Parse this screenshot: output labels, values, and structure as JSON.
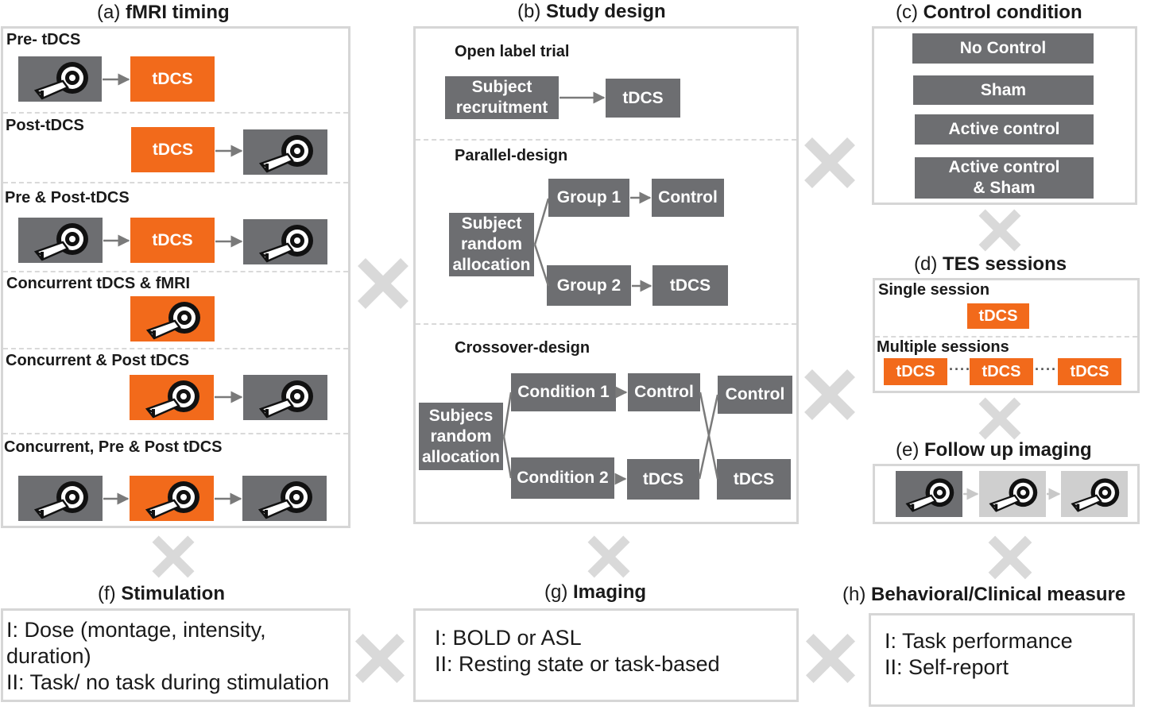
{
  "panels": {
    "a": {
      "letter": "(a)",
      "title": "fMRI timing",
      "rows": [
        "Pre- tDCS",
        "Post-tDCS",
        "Pre & Post-tDCS",
        "Concurrent tDCS & fMRI",
        "Concurrent & Post tDCS",
        "Concurrent, Pre & Post tDCS"
      ]
    },
    "b": {
      "letter": "(b)",
      "title": "Study design",
      "open_label": "Open label trial",
      "parallel": "Parallel-design",
      "crossover": "Crossover-design",
      "subject_recruitment": "Subject\nrecruitment",
      "subject_random": "Subject\nrandom\nallocation",
      "subjecs_random": "Subjecs\nrandom\nallocation",
      "group1": "Group 1",
      "group2": "Group 2",
      "condition1": "Condition 1",
      "condition2": "Condition 2",
      "control": "Control",
      "tdcs": "tDCS"
    },
    "c": {
      "letter": "(c)",
      "title": "Control condition",
      "items": [
        "No Control",
        "Sham",
        "Active control",
        "Active control\n& Sham"
      ]
    },
    "d": {
      "letter": "(d)",
      "title": "TES sessions",
      "single": "Single session",
      "multiple": "Multiple sessions",
      "dots": "·······"
    },
    "e": {
      "letter": "(e)",
      "title": "Follow up imaging"
    },
    "f": {
      "letter": "(f)",
      "title": "Stimulation",
      "text": "I: Dose (montage, intensity,\nduration)\nII: Task/ no task during stimulation"
    },
    "g": {
      "letter": "(g)",
      "title": "Imaging",
      "text": "I: BOLD or ASL\nII: Resting state or task-based"
    },
    "h": {
      "letter": "(h)",
      "title": "Behavioral/Clinical measure",
      "text": "I: Task performance\nII: Self-report"
    }
  },
  "tdcs_label": "tDCS",
  "colors": {
    "orange": "#f26a1b",
    "gray": "#6d6e71",
    "light": "#cfcfcf",
    "border": "#d6d6d6",
    "cross": "#d9d9d9"
  },
  "icons": {
    "scanner": "mri-scanner-icon",
    "combine": "multiply-icon"
  }
}
